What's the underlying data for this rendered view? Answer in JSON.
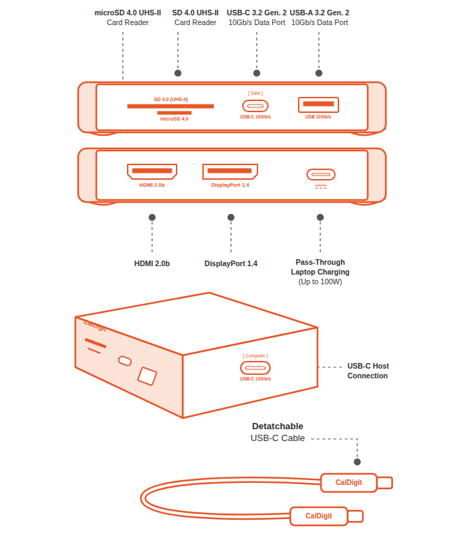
{
  "diagram": {
    "labels": [
      "microSD 4.0 UHS-II",
      "Card Reader",
      "SD 4.0 UHS-II",
      "Card Reader",
      "USB-C 3.2 Gen. 2",
      "10Gb/s Data Port",
      "USB-A 3.2 Gen. 2",
      "10Gb/s Data Port",
      "SD 4.0 (UHS-II)",
      "microSD 4.0",
      "[ Data ]",
      "USB-C 10Gb/s",
      "USB 10Gb/s",
      "HDMI 2.0b",
      "DisplayPort 1.4",
      "HDMI 2.0b",
      "DisplayPort 1.4",
      "Pass-Through Laptop Charging",
      "(Up to 100W)",
      "CalDigit",
      "[ Computer ]",
      "USB-C 10Gb/s",
      "USB-C Host Connection",
      "Detatchable",
      "USB-C Cable",
      "CalDigit",
      "CalDigit"
    ]
  }
}
